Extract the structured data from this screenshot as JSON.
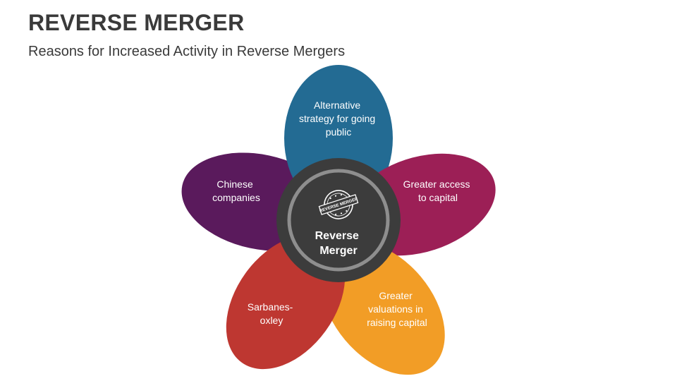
{
  "header": {
    "title": "REVERSE MERGER",
    "subtitle": "Reasons for Increased Activity in Reverse Mergers"
  },
  "center": {
    "line1": "Reverse",
    "line2": "Merger",
    "stamp_text": "REVERSE MERGER",
    "stamp_icon": "stamp-icon"
  },
  "petals": [
    {
      "lines": [
        "Alternative",
        "strategy for going",
        "public"
      ],
      "color": "#236b93"
    },
    {
      "lines": [
        "Greater access",
        "to capital"
      ],
      "color": "#9c1f56"
    },
    {
      "lines": [
        "Greater",
        "valuations in",
        "raising capital"
      ],
      "color": "#f29d26"
    },
    {
      "lines": [
        "Sarbanes-",
        "oxley"
      ],
      "color": "#be3731"
    },
    {
      "lines": [
        "Chinese",
        "companies"
      ],
      "color": "#5a1a5c"
    }
  ]
}
